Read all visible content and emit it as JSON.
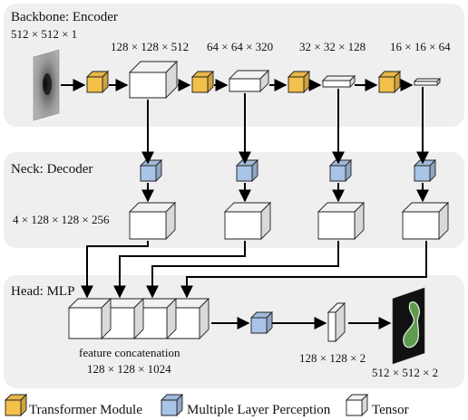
{
  "sections": {
    "encoder": "Backbone: Encoder",
    "decoder": "Neck: Decoder",
    "head": "Head: MLP"
  },
  "labels": {
    "input_dim": "512 × 512 × 1",
    "stage1_dim": "128 × 128 × 512",
    "stage2_dim": "64 × 64 × 320",
    "stage3_dim": "32 × 32 × 128",
    "stage4_dim": "16 × 16 × 64",
    "decoder_dim": "4 × 128 × 128 × 256",
    "concat_label": "feature concatenation",
    "concat_dim": "128 × 128 × 1024",
    "head_out_dim": "128 × 128 × 2",
    "output_dim": "512 × 512 × 2"
  },
  "legend": {
    "transformer": "Transformer Module",
    "mlp": "Multiple Layer Perception",
    "tensor": "Tensor"
  },
  "colors": {
    "panel": "#efefef",
    "transformer": "#f2c04b",
    "mlp": "#a9c4e6",
    "tensor": "#ffffff",
    "mask": "#5e9b4f"
  }
}
